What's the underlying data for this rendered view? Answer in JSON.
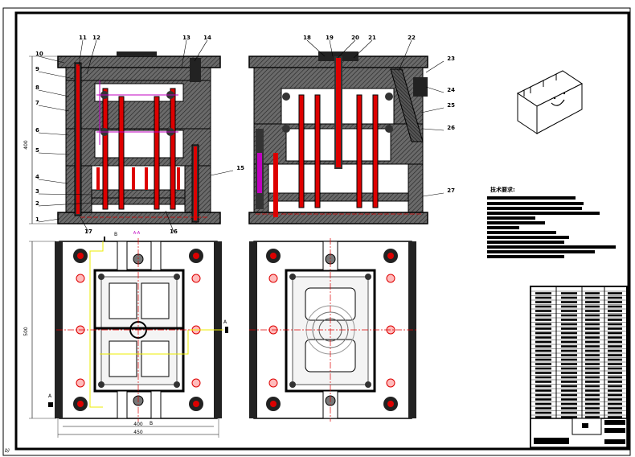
{
  "part_labels": {
    "top": [
      {
        "n": "11"
      },
      {
        "n": "12"
      },
      {
        "n": "13"
      },
      {
        "n": "14"
      },
      {
        "n": "18"
      },
      {
        "n": "19"
      },
      {
        "n": "20"
      },
      {
        "n": "21"
      },
      {
        "n": "22"
      }
    ],
    "left": [
      {
        "n": "10"
      },
      {
        "n": "9"
      },
      {
        "n": "8"
      },
      {
        "n": "7"
      },
      {
        "n": "6"
      },
      {
        "n": "5"
      },
      {
        "n": "4"
      },
      {
        "n": "3"
      },
      {
        "n": "2"
      },
      {
        "n": "1"
      }
    ],
    "right": [
      {
        "n": "23"
      },
      {
        "n": "24"
      },
      {
        "n": "25"
      },
      {
        "n": "26"
      },
      {
        "n": "15"
      },
      {
        "n": "27"
      }
    ],
    "bottom": [
      {
        "n": "17"
      },
      {
        "n": "16"
      }
    ]
  },
  "dimensions": {
    "height": "400",
    "width_inner": "400",
    "width_outer": "450",
    "depth": "500"
  },
  "section": {
    "title": "A-A",
    "marker_a": "A",
    "marker_b": "B"
  },
  "notes": {
    "title": "技术要求:"
  },
  "corner_mark": "b)"
}
